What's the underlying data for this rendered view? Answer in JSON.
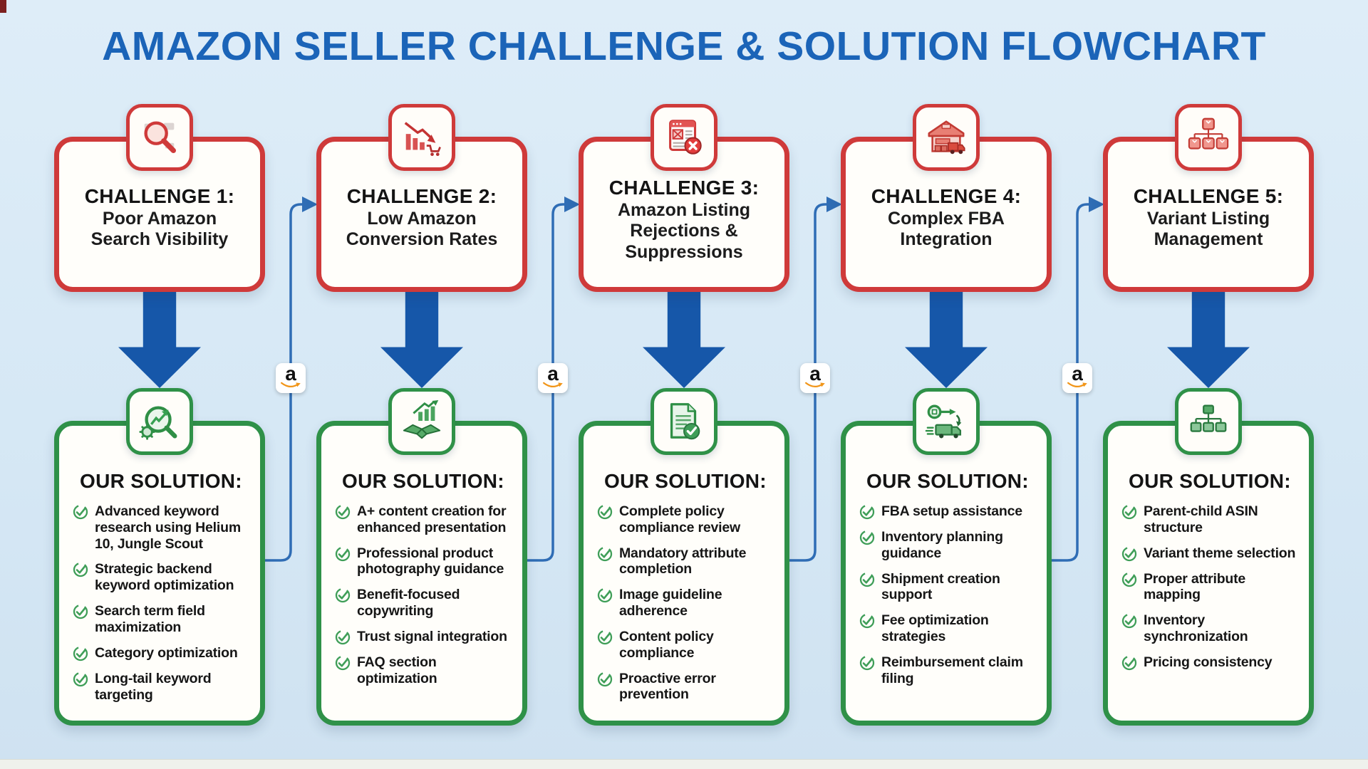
{
  "title": "AMAZON SELLER CHALLENGE & SOLUTION FLOWCHART",
  "brand_badge": {
    "name": "amazon-logo",
    "letter": "a"
  },
  "colors": {
    "background": "#d6e8f5",
    "title_blue": "#1b64b8",
    "challenge_red": "#cf3a3a",
    "solution_green": "#2f9148",
    "arrow_blue": "#1657a9",
    "connector_blue": "#2f6db5",
    "amazon_orange": "#f19518",
    "text_dark": "#161616"
  },
  "columns": [
    {
      "challenge": {
        "icon": "search-magnifier-icon",
        "title": "CHALLENGE 1:",
        "subtitle_lines": [
          "Poor Amazon",
          "Search Visibility"
        ]
      },
      "solution": {
        "icon": "keyword-research-magnifier-icon",
        "heading": "OUR SOLUTION:",
        "items": [
          "Advanced keyword research using Helium 10, Jungle Scout",
          "Strategic backend keyword optimization",
          "Search term field maximization",
          "Category optimization",
          "Long-tail keyword targeting"
        ]
      }
    },
    {
      "challenge": {
        "icon": "declining-chart-cart-icon",
        "title": "CHALLENGE 2:",
        "subtitle_lines": [
          "Low Amazon",
          "Conversion Rates"
        ]
      },
      "solution": {
        "icon": "handshake-growth-icon",
        "heading": "OUR SOLUTION:",
        "items": [
          "A+ content creation for enhanced presentation",
          "Professional product photography guidance",
          "Benefit-focused copywriting",
          "Trust signal integration",
          "FAQ section optimization"
        ]
      }
    },
    {
      "challenge": {
        "icon": "rejected-listing-icon",
        "title": "CHALLENGE 3:",
        "subtitle_lines": [
          "Amazon Listing",
          "Rejections &",
          "Suppressions"
        ]
      },
      "solution": {
        "icon": "policy-checklist-icon",
        "heading": "OUR SOLUTION:",
        "items": [
          "Complete policy compliance review",
          "Mandatory attribute completion",
          "Image guideline adherence",
          "Content policy compliance",
          "Proactive error prevention"
        ]
      }
    },
    {
      "challenge": {
        "icon": "warehouse-truck-icon",
        "title": "CHALLENGE 4:",
        "subtitle_lines": [
          "Complex FBA",
          "Integration"
        ]
      },
      "solution": {
        "icon": "key-truck-icon",
        "heading": "OUR SOLUTION:",
        "items": [
          "FBA setup assistance",
          "Inventory planning guidance",
          "Shipment creation support",
          "Fee optimization strategies",
          "Reimbursement claim filing"
        ]
      }
    },
    {
      "challenge": {
        "icon": "variant-shirts-icon",
        "title": "CHALLENGE 5:",
        "subtitle_lines": [
          "Variant Listing",
          "Management"
        ]
      },
      "solution": {
        "icon": "parent-child-structure-icon",
        "heading": "OUR SOLUTION:",
        "items": [
          "Parent-child ASIN structure",
          "Variant theme selection",
          "Proper attribute mapping",
          "Inventory synchronization",
          "Pricing consistency"
        ]
      }
    }
  ]
}
